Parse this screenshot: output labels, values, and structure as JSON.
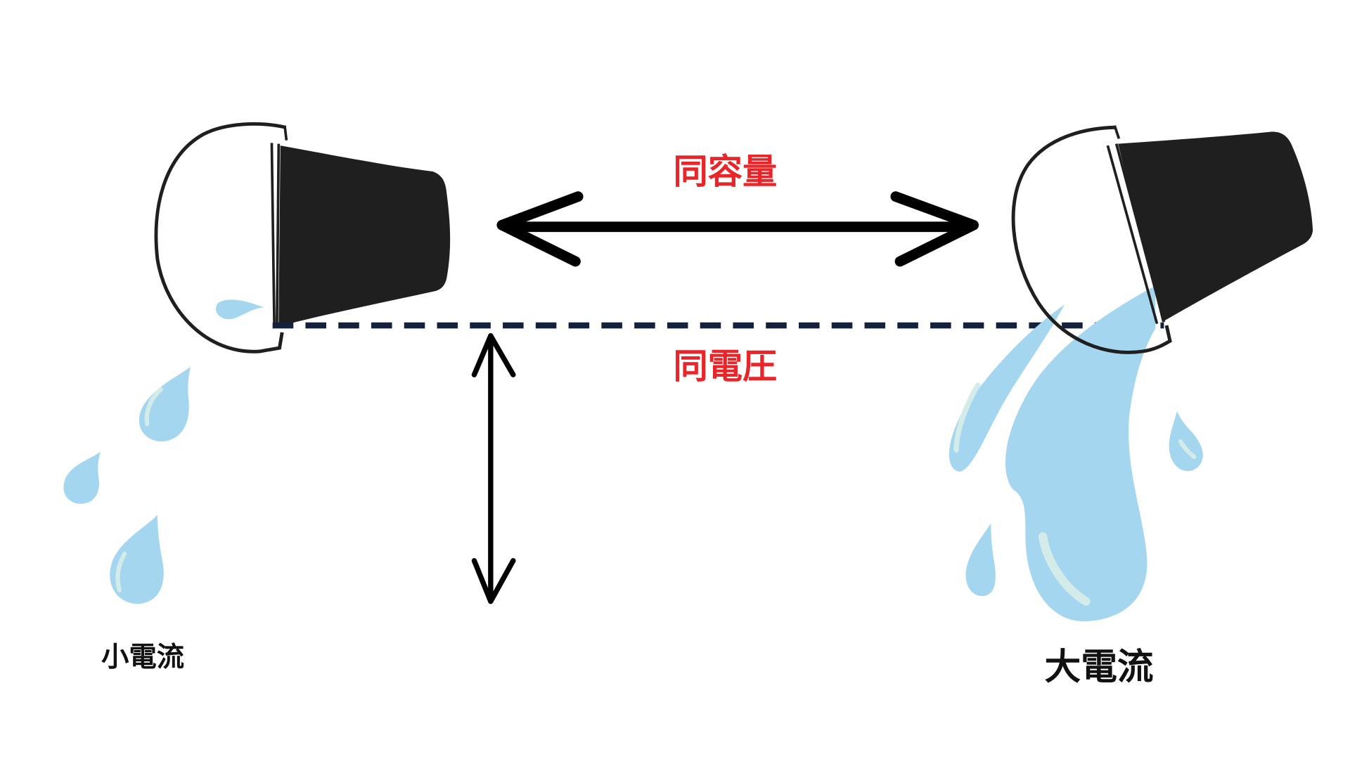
{
  "labels": {
    "same_capacity": "同容量",
    "same_voltage": "同電圧",
    "small_current": "小電流",
    "large_current": "大電流"
  },
  "colors": {
    "bucket": "#1e1f1e",
    "water": "#a4d6ef",
    "water_highlight": "#d3ece9",
    "label_red": "#e8262a",
    "dashed_line": "#14213d"
  }
}
